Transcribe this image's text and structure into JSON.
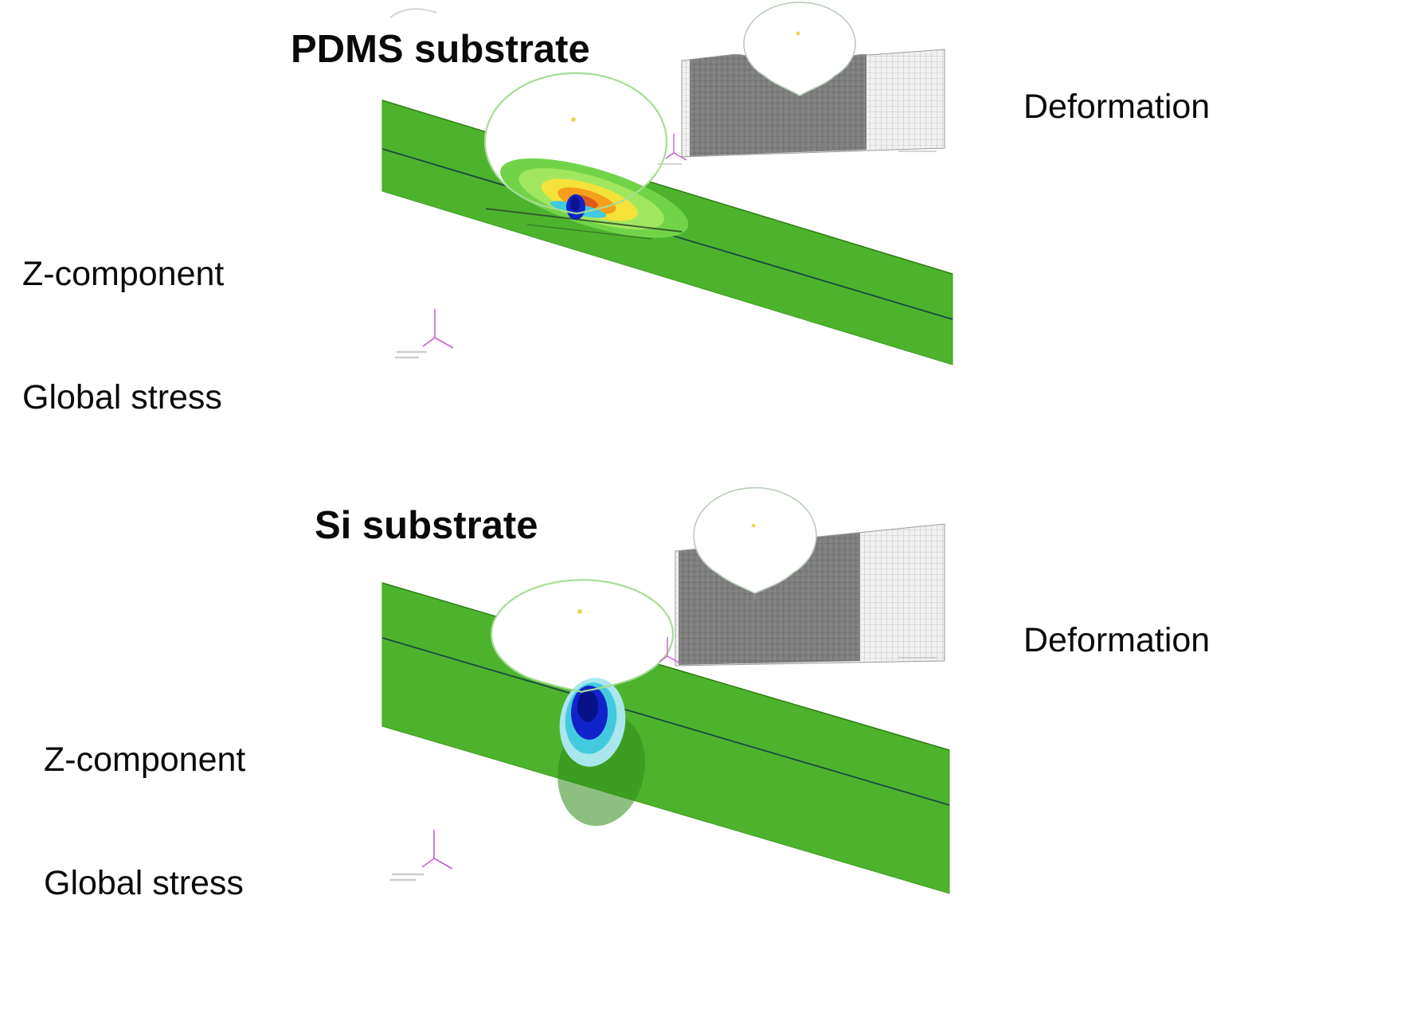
{
  "panels": {
    "pdms": {
      "title": "PDMS substrate",
      "left_label_line1": "Z-component",
      "left_label_line2": "Global stress",
      "right_label": "Deformation"
    },
    "si": {
      "title": "Si substrate",
      "left_label_line1": "Z-component",
      "left_label_line2": "Global stress",
      "right_label": "Deformation"
    }
  },
  "colors": {
    "background": "#ffffff",
    "substrate_green": "#4db32c",
    "contour_outer_green": "#72d348",
    "contour_pale_green": "#a0e75f",
    "contour_yellow": "#f4e23a",
    "contour_orange": "#f59f1d",
    "contour_red_orange": "#e05a17",
    "contour_cyan": "#41cbe2",
    "contour_blue": "#1223c6",
    "contour_navy": "#0a1490",
    "subsurface_green": "#2f8c18",
    "indenter_outline_green": "#a6dc96",
    "mesh_dark_gray": "#7f7f7f",
    "mesh_light_gray": "#f1f1f1",
    "axis_triad_magenta": "#c95fd0"
  }
}
